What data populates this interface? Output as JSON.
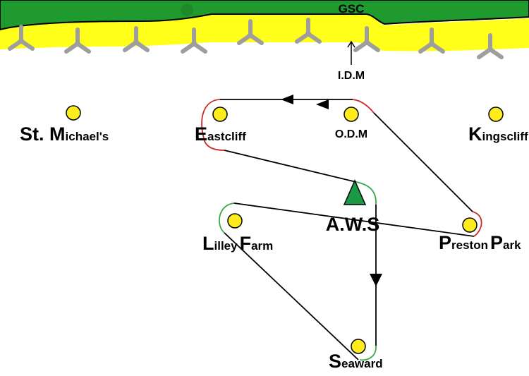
{
  "header": {
    "label": "GSC"
  },
  "idm_label": "I.D.M",
  "odm_label": "O.D.M",
  "aws_label": "A.W.S",
  "points": {
    "st_michaels": {
      "initial": "M",
      "prefix": "St. ",
      "suffix": "ichael's"
    },
    "eastcliff": {
      "initial": "E",
      "suffix": "astcliff"
    },
    "kingscliff": {
      "initial": "K",
      "suffix": "ingscliff"
    },
    "lilley": {
      "initial": "L",
      "suffix": "illey"
    },
    "farm": {
      "initial": "F",
      "suffix": "arm"
    },
    "preston": {
      "initial": "P",
      "suffix": "reston"
    },
    "park": {
      "initial": "P",
      "suffix": "ark"
    },
    "seaward": {
      "initial": "S",
      "suffix": "eaward"
    }
  },
  "colors": {
    "land": "#1f9a2f",
    "beach": "#ffff1a",
    "marker": "#ffec1c",
    "route": "#000000",
    "turn_red": "#cc2a2a",
    "turn_green": "#3aa845",
    "aws_triangle": "#1a9a44",
    "wind_turbine": "#9e9e9e"
  },
  "icons": {
    "turbine": "wind-turbine-icon",
    "aws": "triangle-icon",
    "marker": "circle-icon",
    "arrow": "arrow-icon"
  }
}
